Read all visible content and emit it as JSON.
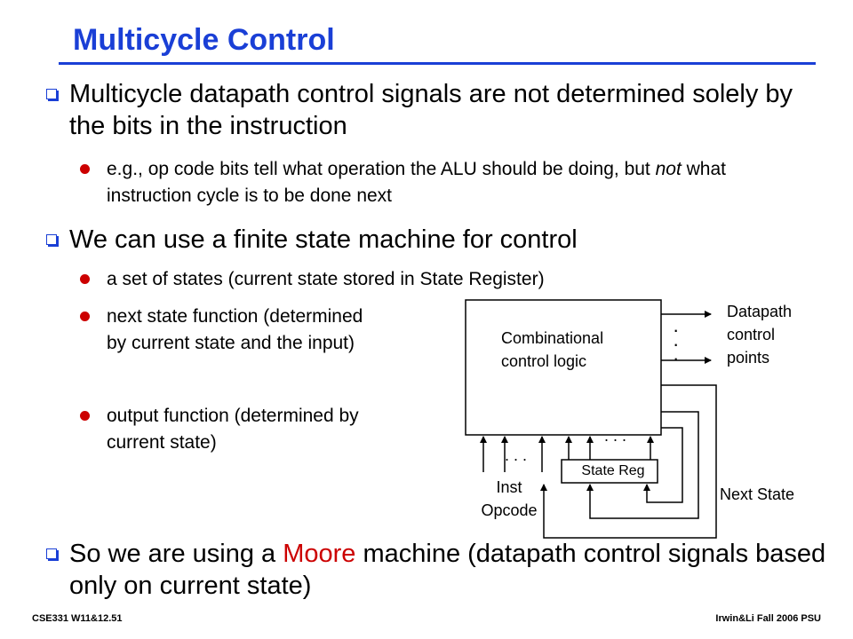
{
  "title": "Multicycle Control",
  "bullets": {
    "b1": "Multicycle datapath control signals are not determined solely by the bits in the instruction",
    "b1_sub_pre": "e.g., op code bits tell what operation the ALU should be doing, but ",
    "b1_sub_em": "not",
    "b1_sub_post": " what instruction cycle is to be done next",
    "b2": "We can use a finite state machine for control",
    "b2_sub1": "a set of states (current state stored in State Register)",
    "b2_sub2": "next state function (determined by current state and the input)",
    "b2_sub3": "output function (determined by current state)",
    "b3_pre": "So we are using a ",
    "b3_moore": "Moore",
    "b3_post": " machine (datapath control signals based only on current state)"
  },
  "diagram": {
    "logic_label": "Combinational control logic",
    "datapath_label": "Datapath control points",
    "state_reg": "State Reg",
    "inst_opcode": "Inst Opcode",
    "next_state": "Next State",
    "ellipsis": ". . ."
  },
  "footer": {
    "left": "CSE331  W11&12.51",
    "right": "Irwin&Li Fall 2006 PSU"
  },
  "colors": {
    "title": "#1a3fd6",
    "bullet_dot": "#cc0000",
    "highlight": "#cc0000"
  }
}
